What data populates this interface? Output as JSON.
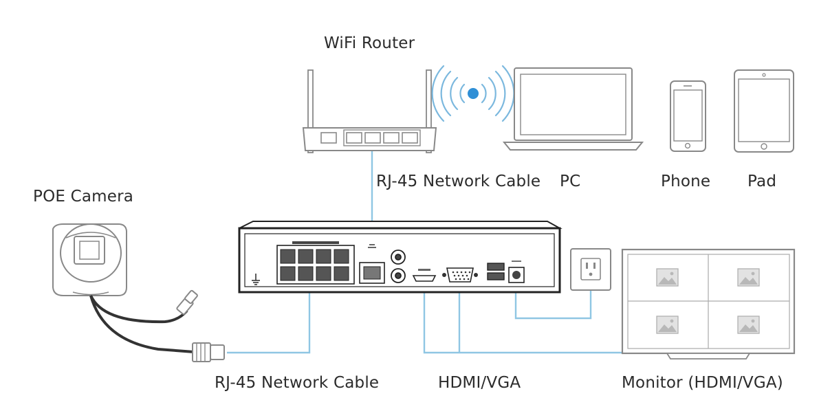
{
  "labels": {
    "wifi_router": "WiFi Router",
    "network_cable_top": "RJ-45 Network Cable",
    "pc": "PC",
    "phone": "Phone",
    "pad": "Pad",
    "poe_camera": "POE Camera",
    "network_cable_bottom": "RJ-45 Network Cable",
    "hdmi_vga": "HDMI/VGA",
    "monitor": "Monitor (HDMI/VGA)"
  },
  "colors": {
    "device_stroke": "#888888",
    "cable_blue": "#8fc6e3",
    "wifi_blue": "#2f8fd6",
    "nvr_body": "#222222"
  }
}
